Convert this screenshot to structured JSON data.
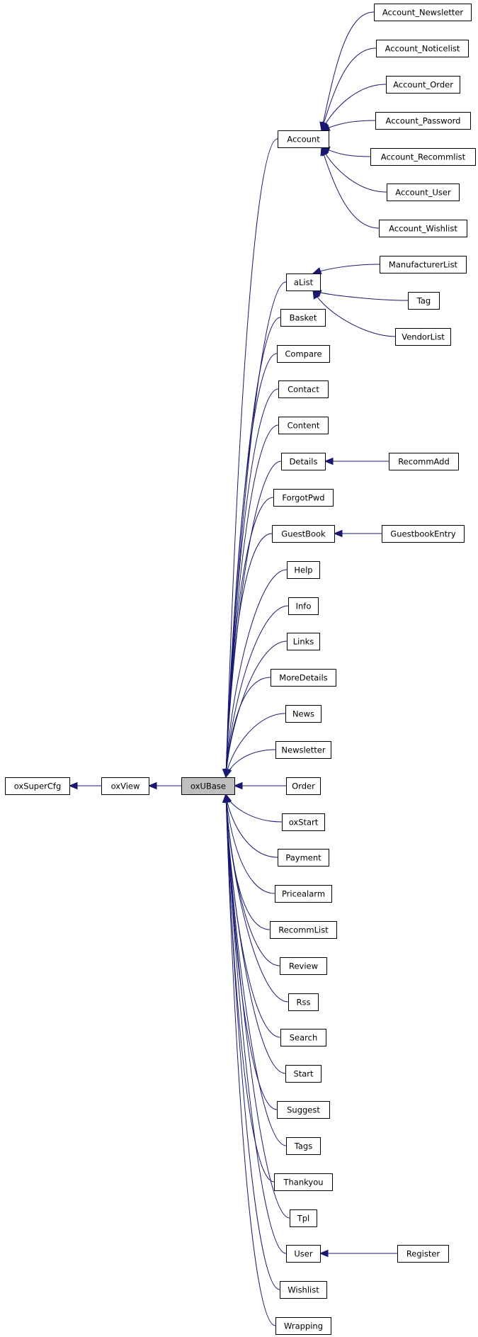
{
  "diagram": {
    "nodes": [
      {
        "id": "oxSuperCfg",
        "label": "oxSuperCfg"
      },
      {
        "id": "oxView",
        "label": "oxView"
      },
      {
        "id": "oxUBase",
        "label": "oxUBase",
        "focus": true
      },
      {
        "id": "Account",
        "label": "Account"
      },
      {
        "id": "aList",
        "label": "aList"
      },
      {
        "id": "Basket",
        "label": "Basket"
      },
      {
        "id": "Compare",
        "label": "Compare"
      },
      {
        "id": "Contact",
        "label": "Contact"
      },
      {
        "id": "Content",
        "label": "Content"
      },
      {
        "id": "Details",
        "label": "Details"
      },
      {
        "id": "ForgotPwd",
        "label": "ForgotPwd"
      },
      {
        "id": "GuestBook",
        "label": "GuestBook"
      },
      {
        "id": "Help",
        "label": "Help"
      },
      {
        "id": "Info",
        "label": "Info"
      },
      {
        "id": "Links",
        "label": "Links"
      },
      {
        "id": "MoreDetails",
        "label": "MoreDetails"
      },
      {
        "id": "News",
        "label": "News"
      },
      {
        "id": "Newsletter",
        "label": "Newsletter"
      },
      {
        "id": "Order",
        "label": "Order"
      },
      {
        "id": "oxStart",
        "label": "oxStart"
      },
      {
        "id": "Payment",
        "label": "Payment"
      },
      {
        "id": "Pricealarm",
        "label": "Pricealarm"
      },
      {
        "id": "RecommList",
        "label": "RecommList"
      },
      {
        "id": "Review",
        "label": "Review"
      },
      {
        "id": "Rss",
        "label": "Rss"
      },
      {
        "id": "Search",
        "label": "Search"
      },
      {
        "id": "Start",
        "label": "Start"
      },
      {
        "id": "Suggest",
        "label": "Suggest"
      },
      {
        "id": "Tags",
        "label": "Tags"
      },
      {
        "id": "Thankyou",
        "label": "Thankyou"
      },
      {
        "id": "Tpl",
        "label": "Tpl"
      },
      {
        "id": "User",
        "label": "User"
      },
      {
        "id": "Wishlist",
        "label": "Wishlist"
      },
      {
        "id": "Wrapping",
        "label": "Wrapping"
      },
      {
        "id": "Account_Newsletter",
        "label": "Account_Newsletter"
      },
      {
        "id": "Account_Noticelist",
        "label": "Account_Noticelist"
      },
      {
        "id": "Account_Order",
        "label": "Account_Order"
      },
      {
        "id": "Account_Password",
        "label": "Account_Password"
      },
      {
        "id": "Account_Recommlist",
        "label": "Account_Recommlist"
      },
      {
        "id": "Account_User",
        "label": "Account_User"
      },
      {
        "id": "Account_Wishlist",
        "label": "Account_Wishlist"
      },
      {
        "id": "ManufacturerList",
        "label": "ManufacturerList"
      },
      {
        "id": "Tag",
        "label": "Tag"
      },
      {
        "id": "VendorList",
        "label": "VendorList"
      },
      {
        "id": "RecommAdd",
        "label": "RecommAdd"
      },
      {
        "id": "GuestbookEntry",
        "label": "GuestbookEntry"
      },
      {
        "id": "Register",
        "label": "Register"
      }
    ],
    "edges": [
      [
        "oxView",
        "oxSuperCfg"
      ],
      [
        "oxUBase",
        "oxView"
      ],
      [
        "Account",
        "oxUBase"
      ],
      [
        "aList",
        "oxUBase"
      ],
      [
        "Basket",
        "oxUBase"
      ],
      [
        "Compare",
        "oxUBase"
      ],
      [
        "Contact",
        "oxUBase"
      ],
      [
        "Content",
        "oxUBase"
      ],
      [
        "Details",
        "oxUBase"
      ],
      [
        "ForgotPwd",
        "oxUBase"
      ],
      [
        "GuestBook",
        "oxUBase"
      ],
      [
        "Help",
        "oxUBase"
      ],
      [
        "Info",
        "oxUBase"
      ],
      [
        "Links",
        "oxUBase"
      ],
      [
        "MoreDetails",
        "oxUBase"
      ],
      [
        "News",
        "oxUBase"
      ],
      [
        "Newsletter",
        "oxUBase"
      ],
      [
        "Order",
        "oxUBase"
      ],
      [
        "oxStart",
        "oxUBase"
      ],
      [
        "Payment",
        "oxUBase"
      ],
      [
        "Pricealarm",
        "oxUBase"
      ],
      [
        "RecommList",
        "oxUBase"
      ],
      [
        "Review",
        "oxUBase"
      ],
      [
        "Rss",
        "oxUBase"
      ],
      [
        "Search",
        "oxUBase"
      ],
      [
        "Start",
        "oxUBase"
      ],
      [
        "Suggest",
        "oxUBase"
      ],
      [
        "Tags",
        "oxUBase"
      ],
      [
        "Thankyou",
        "oxUBase"
      ],
      [
        "Tpl",
        "oxUBase"
      ],
      [
        "User",
        "oxUBase"
      ],
      [
        "Wishlist",
        "oxUBase"
      ],
      [
        "Wrapping",
        "oxUBase"
      ],
      [
        "Account_Newsletter",
        "Account"
      ],
      [
        "Account_Noticelist",
        "Account"
      ],
      [
        "Account_Order",
        "Account"
      ],
      [
        "Account_Password",
        "Account"
      ],
      [
        "Account_Recommlist",
        "Account"
      ],
      [
        "Account_User",
        "Account"
      ],
      [
        "Account_Wishlist",
        "Account"
      ],
      [
        "ManufacturerList",
        "aList"
      ],
      [
        "Tag",
        "aList"
      ],
      [
        "VendorList",
        "aList"
      ],
      [
        "RecommAdd",
        "Details"
      ],
      [
        "GuestbookEntry",
        "GuestBook"
      ],
      [
        "Register",
        "User"
      ]
    ]
  },
  "colors": {
    "edge": "#191970",
    "node_border": "#000000",
    "node_fill": "#ffffff",
    "focus_fill": "#bfbfbf"
  }
}
